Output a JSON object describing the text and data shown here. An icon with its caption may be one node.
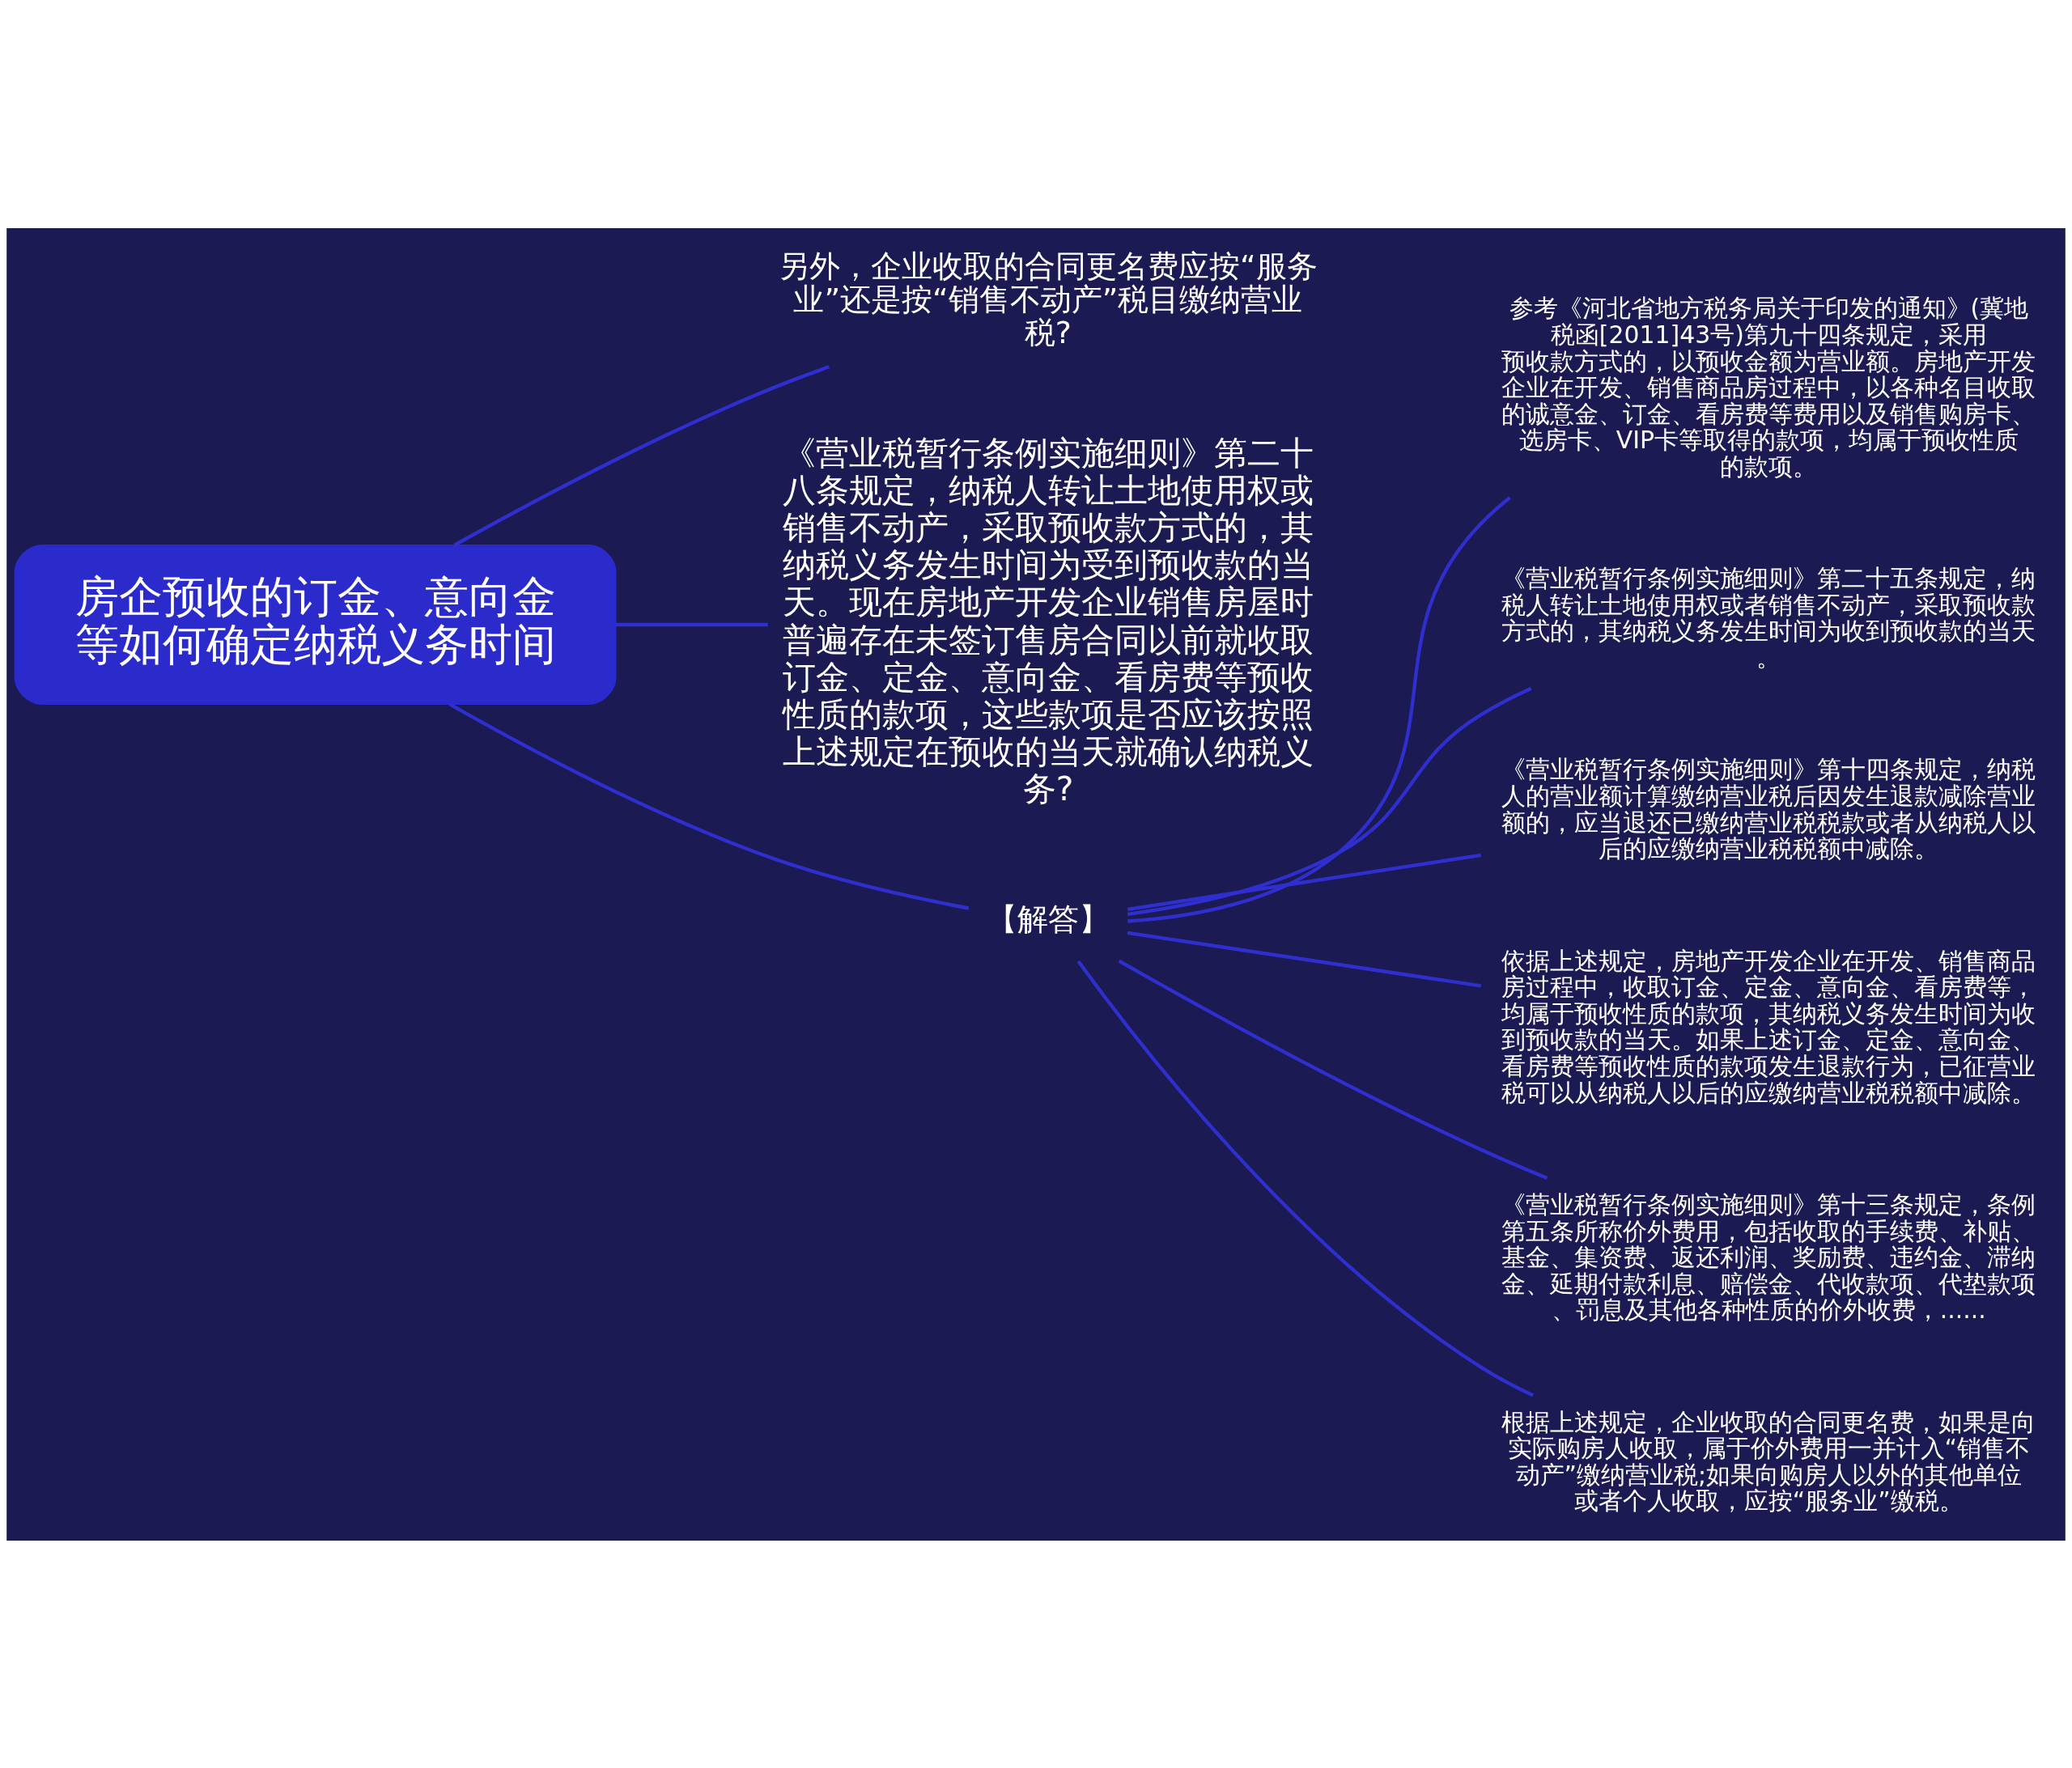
{
  "diagram": {
    "nodes": [
      {
        "text": [
          "房企预收的订金、意向金等如何确定纳税义务时间"
        ]
      },
      {
        "text": [
          "另外，企业收取的合同更名费应按“服务业”还是按“销售不动产”税目缴纳营业税?"
        ]
      },
      {
        "text": [
          "《营业税暂行条例实施细则》第二十八条规定，纳税人转让土地使用权或销售不动产，采取预收款方式的，其纳税义务发生时间为受到预收款的当天。现在房地产开发企业销售房屋时普遍存在未签订售房合同以前就收取订金、定金、意向金、看房费等预收性质的款项，这些款项是否应该按照上述规定在预收的当天就确认纳税义务?"
        ]
      },
      {
        "text": [
          "【解答】"
        ]
      },
      {
        "text": [
          "参考《河北省地方税务局关于印发的通知》(冀地税函[2011]43号)第九十四条规定，采用预收款方式的，以预收金额为营业额。房地产开发企业在开发、销售商品房过程中，以各种名目收取的诚意金、订金、看房费等费用以及销售购房卡、选房卡、VIP卡等取得的款项，均属于预收性质的款项。"
        ]
      },
      {
        "text": [
          "《营业税暂行条例实施细则》第二十五条规定，纳税人转让土地使用权或者销售不动产，采取预收款方式的，其纳税义务发生时间为收到预收款的当天。"
        ]
      },
      {
        "text": [
          "《营业税暂行条例实施细则》第十四条规定，纳税人的营业额计算缴纳营业税后因发生退款减除营业额的，应当退还已缴纳营业税税款或者从纳税人以后的应缴纳营业税税额中减除。"
        ]
      },
      {
        "text": [
          "依据上述规定，房地产开发企业在开发、销售商品房过程中，收取订金、定金、意向金、看房费等，均属于预收性质的款项，其纳税义务发生时间为收到预收款的当天。如果上述订金、定金、意向金、看房费等预收性质的款项发生退款行为，已征营业税可以从纳税人以后的应缴纳营业税税额中减除。"
        ]
      },
      {
        "text": [
          "《营业税暂行条例实施细则》第十三条规定，条例第五条所称价外费用，包括收取的手续费、补贴、基金、集资费、返还利润、奖励费、违约金、滞纳金、延期付款利息、赔偿金、代收款项、代垫款项、罚息及其他各种性质的价外收费，......"
        ]
      },
      {
        "text": [
          "根据上述规定，企业收取的合同更名费，如果是向实际购房人收取，属于价外费用一并计入“销售不动产”缴纳营业税;如果向购房人以外的其他单位或者个人收取，应按“服务业”缴税。"
        ]
      }
    ],
    "edges": [
      {
        "from": 0,
        "to": 1,
        "arrow": "none"
      },
      {
        "from": 0,
        "to": 2,
        "arrow": "none"
      },
      {
        "from": 0,
        "to": 3,
        "arrow": "none"
      },
      {
        "from": 3,
        "to": 4,
        "arrow": "none"
      },
      {
        "from": 3,
        "to": 5,
        "arrow": "none"
      },
      {
        "from": 3,
        "to": 6,
        "arrow": "none"
      },
      {
        "from": 3,
        "to": 7,
        "arrow": "none"
      },
      {
        "from": 3,
        "to": 8,
        "arrow": "none"
      },
      {
        "from": 3,
        "to": 9,
        "arrow": "none"
      }
    ]
  }
}
